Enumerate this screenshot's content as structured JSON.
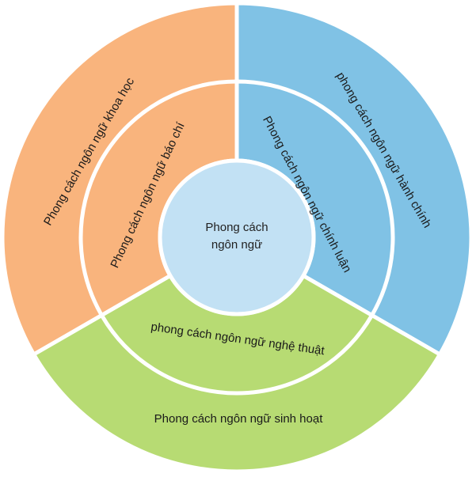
{
  "center": {
    "line1": "Phong cách",
    "line2": "ngôn ngữ",
    "color": "#c2e1f4"
  },
  "outer": [
    {
      "label": "Phong cách ngôn ngữ khoa học",
      "color": "#f9b47d"
    },
    {
      "label": "phong cách ngôn ngữ hành chính",
      "color": "#80c2e5"
    },
    {
      "label": "Phong cách ngôn ngữ sinh hoạt",
      "color": "#b7db73"
    }
  ],
  "inner": [
    {
      "label": "Phong cách ngôn ngữ báo chí",
      "color": "#f9b47d"
    },
    {
      "label": "Phong cách ngôn ngữ chính luận",
      "color": "#80c2e5"
    },
    {
      "label": "phong cách ngôn ngữ nghệ thuật",
      "color": "#b7db73"
    }
  ]
}
